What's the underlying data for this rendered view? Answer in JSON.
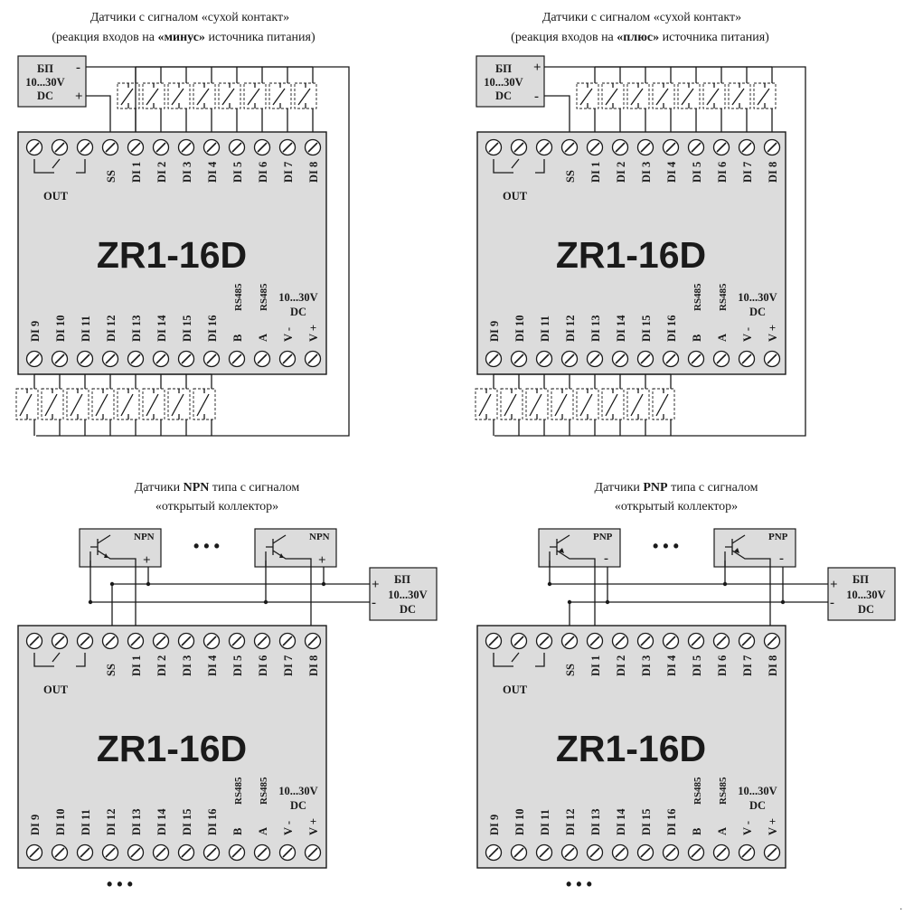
{
  "captions": {
    "q1_line1": "Датчики с сигналом «сухой контакт»",
    "q1_line2_pre": "(реакция входов на ",
    "q1_line2_bold": "«минус»",
    "q1_line2_post": " источника питания)",
    "q2_line1": "Датчики с сигналом «сухой контакт»",
    "q2_line2_pre": "(реакция входов на ",
    "q2_line2_bold": "«плюс»",
    "q2_line2_post": " источника питания)",
    "q3_line1_pre": "Датчики ",
    "q3_line1_bold": "NPN",
    "q3_line1_post": " типа с сигналом",
    "q3_line2": "«открытый коллектор»",
    "q4_line1_pre": "Датчики ",
    "q4_line1_bold": "PNP",
    "q4_line1_post": " типа с сигналом",
    "q4_line2": "«открытый коллектор»"
  },
  "device": {
    "model": "ZR1-16D",
    "out_label": "OUT",
    "top_terminals": [
      "SS",
      "DI 1",
      "DI 2",
      "DI 3",
      "DI 4",
      "DI 5",
      "DI 6",
      "DI 7",
      "DI 8"
    ],
    "bottom_terminals": [
      "DI 9",
      "DI 10",
      "DI 11",
      "DI 12",
      "DI 13",
      "DI 14",
      "DI 15",
      "DI 16",
      "B",
      "A",
      "V -",
      "V +"
    ],
    "rs485": "RS485",
    "power_line1": "10...30V",
    "power_line2": "DC"
  },
  "psu": {
    "name": "БП",
    "voltage": "10...30V",
    "dc": "DC",
    "plus": "+",
    "minus": "-"
  },
  "sensors": {
    "npn": "NPN",
    "pnp": "PNP",
    "plus": "+",
    "minus": "-"
  },
  "ellipsis": "• • •",
  "corner_mark": "."
}
